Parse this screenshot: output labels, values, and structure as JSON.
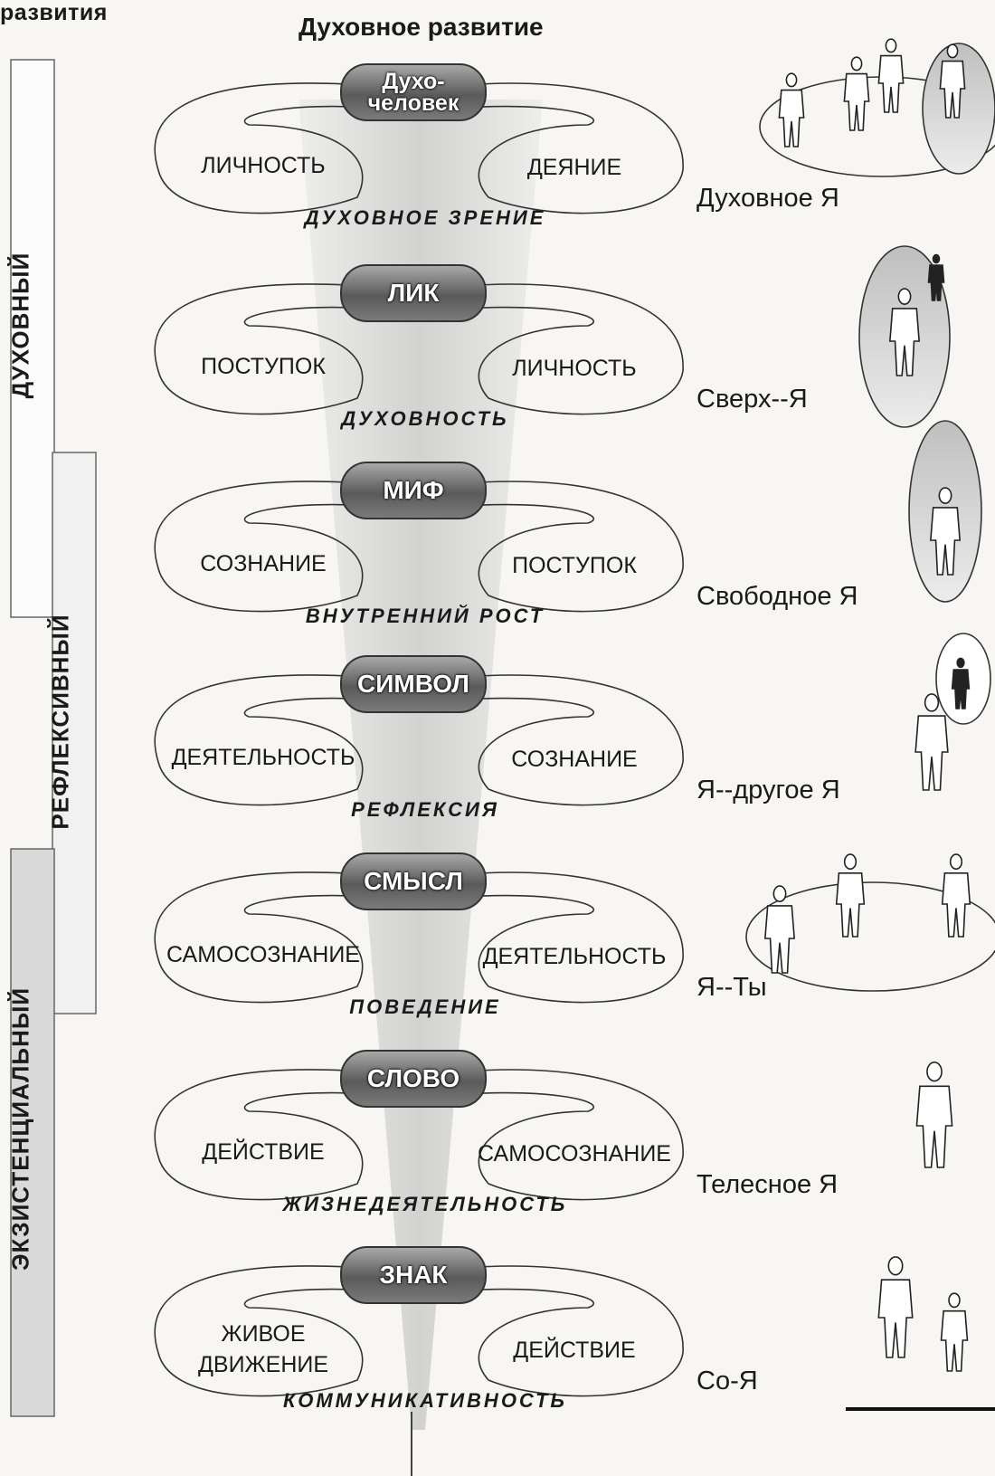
{
  "page_title": "развития",
  "top_caption": "Духовное развитие",
  "side_labels": [
    "ДУХОВНЫЙ",
    "РЕФЛЕКСИВНЫЙ",
    "ЭКЗИСТЕНЦИАЛЬНЫЙ"
  ],
  "levels": [
    {
      "node": "Духо-\nчеловек",
      "left": "ЛИЧНОСТЬ",
      "right": "ДЕЯНИЕ",
      "axis": "ДУХОВНОЕ ЗРЕНИЕ",
      "self": "Духовное Я"
    },
    {
      "node": "ЛИК",
      "left": "ПОСТУПОК",
      "right": "ЛИЧНОСТЬ",
      "axis": "ДУХОВНОСТЬ",
      "self": "Сверх--Я"
    },
    {
      "node": "МИФ",
      "left": "СОЗНАНИЕ",
      "right": "ПОСТУПОК",
      "axis": "ВНУТРЕННИЙ РОСТ",
      "self": "Свободное Я"
    },
    {
      "node": "СИМВОЛ",
      "left": "ДЕЯТЕЛЬНОСТЬ",
      "right": "СОЗНАНИЕ",
      "axis": "РЕФЛЕКСИЯ",
      "self": "Я--другое Я"
    },
    {
      "node": "СМЫСЛ",
      "left": "САМОСОЗНАНИЕ",
      "right": "ДЕЯТЕЛЬНОСТЬ",
      "axis": "ПОВЕДЕНИЕ",
      "self": "Я--Ты"
    },
    {
      "node": "СЛОВО",
      "left": "ДЕЙСТВИЕ",
      "right": "САМОСОЗНАНИЕ",
      "axis": "ЖИЗНЕДЕЯТЕЛЬНОСТЬ",
      "self": "Телесное Я"
    },
    {
      "node": "ЗНАК",
      "left": "ЖИВОЕ\nДВИЖЕНИЕ",
      "right": "ДЕЙСТВИЕ",
      "axis": "КОММУНИКАТИВНОСТЬ",
      "self": "Со-Я"
    }
  ]
}
